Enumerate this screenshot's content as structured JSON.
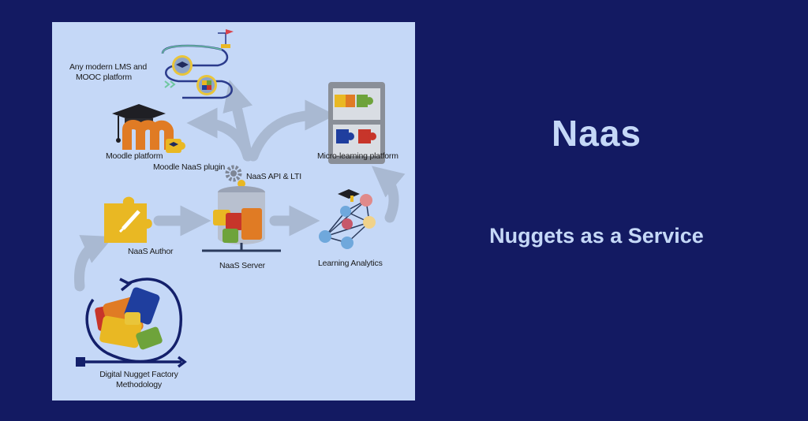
{
  "heading": {
    "title": "Naas",
    "subtitle": "Nuggets as a Service"
  },
  "diagram": {
    "lms_label_line1": "Any modern LMS and",
    "lms_label_line2": "MOOC platform",
    "moodle_label": "Moodle platform",
    "plugin_label": "Moodle NaaS plugin",
    "api_label": "NaaS API & LTI",
    "micro_label": "Micro-learning platform",
    "author_label": "NaaS Author",
    "server_label": "NaaS Server",
    "analytics_label": "Learning Analytics",
    "factory_label_line1": "Digital Nugget Factory",
    "factory_label_line2": "Methodology"
  },
  "colors": {
    "background": "#131a62",
    "panel": "#c5d8f7",
    "heading_text": "#c5d8f7",
    "arrow": "#a9b9d2",
    "puzzle_yellow": "#e9b823",
    "puzzle_orange": "#e07b24",
    "puzzle_green": "#6ea33b",
    "puzzle_red": "#c7352a",
    "puzzle_blue": "#1f3e9e"
  },
  "icons": [
    "graduation-cap-icon",
    "puzzle-icon",
    "gear-icon",
    "database-icon",
    "network-icon",
    "flag-icon",
    "cycle-arrow-icon"
  ]
}
